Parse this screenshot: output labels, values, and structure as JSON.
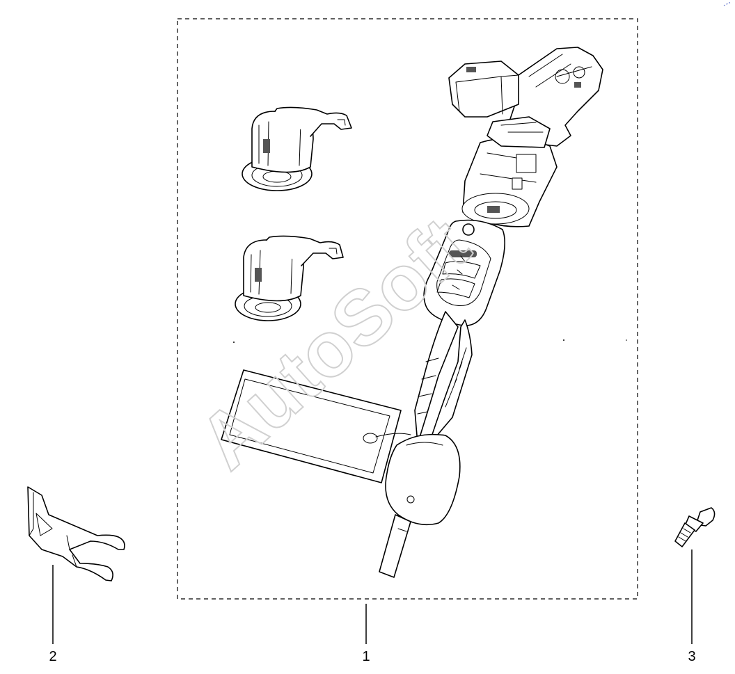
{
  "watermark": {
    "text": "AutoSoft",
    "color": "#d0d0d0"
  },
  "callouts": [
    {
      "label": "1",
      "part": "lock-set-kit"
    },
    {
      "label": "2",
      "part": "bracket"
    },
    {
      "label": "3",
      "part": "bolt"
    }
  ],
  "icons": [
    "lock-cylinder-icon",
    "ignition-switch-icon",
    "remote-key-fob-icon",
    "key-tag-icon",
    "flip-key-icon",
    "bracket-icon",
    "bolt-icon"
  ]
}
